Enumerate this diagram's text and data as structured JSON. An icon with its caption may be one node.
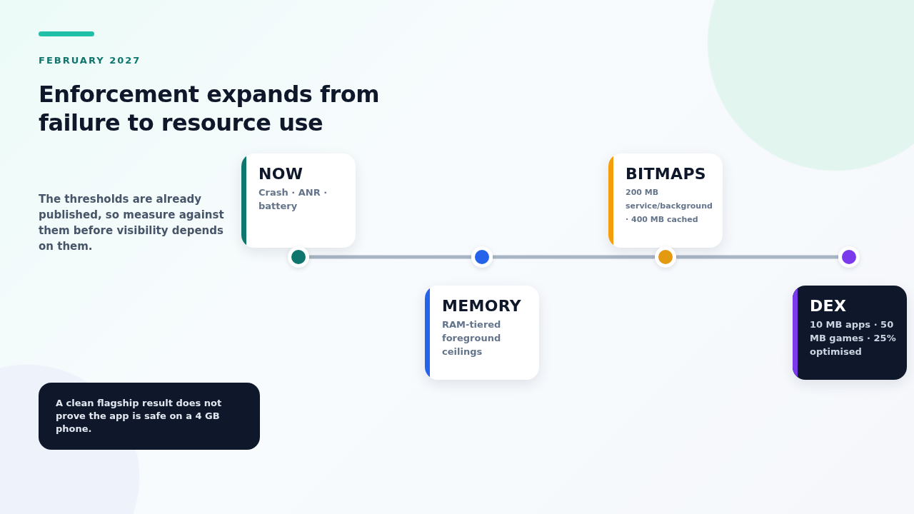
{
  "diagram": {
    "title": "Enforcement expands from failure to resource use",
    "nodes": [
      {
        "text": [
          "NOW",
          "Crash · ANR · battery"
        ]
      },
      {
        "text": [
          "MEMORY",
          "RAM-tiered foreground ceilings"
        ]
      },
      {
        "text": [
          "BITMAPS",
          "200 MB service/background · 400 MB cached"
        ]
      },
      {
        "text": [
          "DEX",
          "10 MB apps · 50 MB games · 25% optimised"
        ]
      },
      {
        "text": [],
        "shape": "circle"
      },
      {
        "text": [],
        "shape": "circle"
      },
      {
        "text": [],
        "shape": "circle"
      },
      {
        "text": [],
        "shape": "circle"
      },
      {
        "text": [
          "A clean flagship result does not prove the app is safe on a 4 GB phone."
        ]
      }
    ],
    "edges": [
      {
        "from": 4,
        "to": 5,
        "arrow": "none"
      },
      {
        "from": 5,
        "to": 6,
        "arrow": "none"
      },
      {
        "from": 6,
        "to": 7,
        "arrow": "none"
      }
    ],
    "labels": [
      "FEBRUARY 2027",
      "The thresholds are already published, so measure against them before visibility depends on them."
    ]
  }
}
